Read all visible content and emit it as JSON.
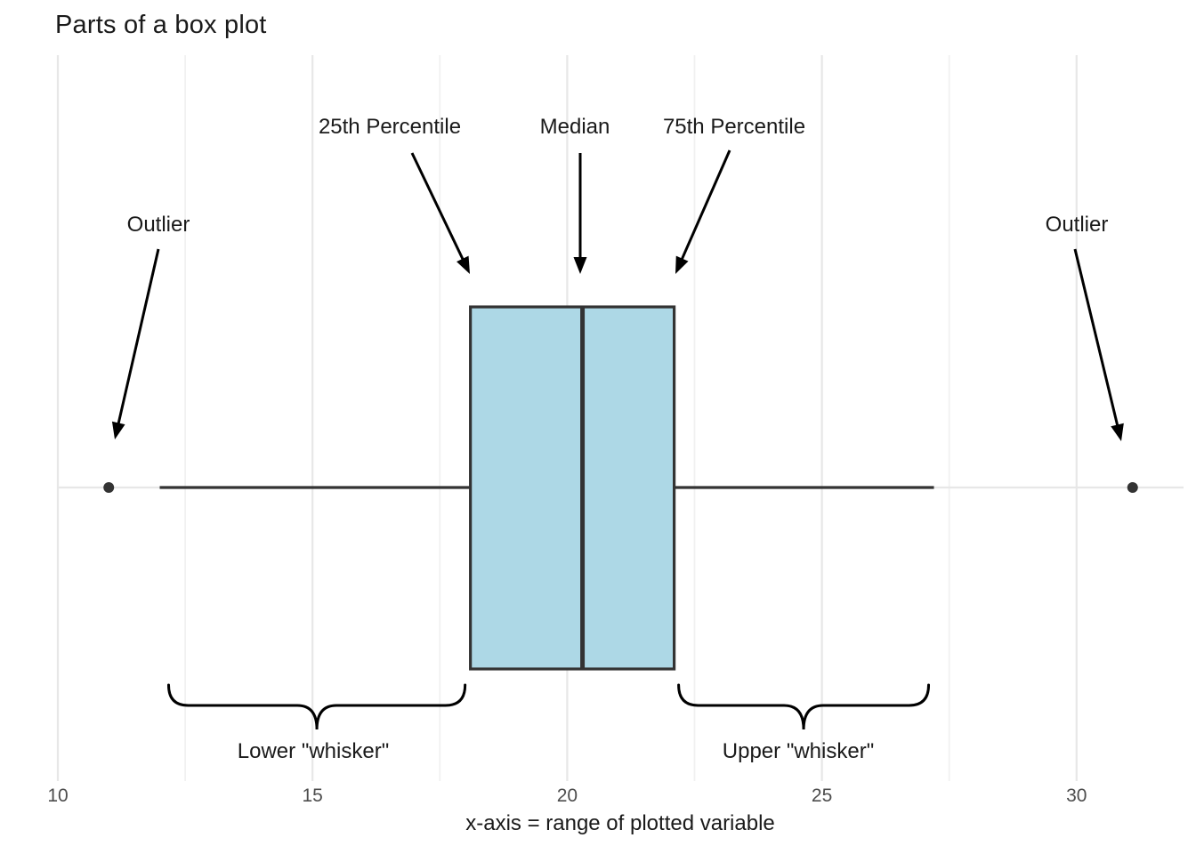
{
  "chart_data": {
    "type": "boxplot",
    "orientation": "horizontal",
    "title": "Parts of a box plot",
    "xlabel": "x-axis = range of plotted variable",
    "ylabel": "",
    "x_ticks": [
      10,
      15,
      20,
      25,
      30
    ],
    "x_minor_ticks": [
      12.5,
      17.5,
      22.5,
      27.5
    ],
    "xlim": [
      10,
      32.1
    ],
    "grid": "vertical major+minor, single horizontal line at category",
    "box": {
      "whisker_low": 12.0,
      "q1": 18.1,
      "median": 20.3,
      "q3": 22.1,
      "whisker_high": 27.2,
      "outliers": [
        11.0,
        31.1
      ]
    },
    "annotations": {
      "q1": "25th Percentile",
      "median": "Median",
      "q3": "75th Percentile",
      "outlier_left": "Outlier",
      "outlier_right": "Outlier",
      "lower_whisker": "Lower \"whisker\"",
      "upper_whisker": "Upper \"whisker\""
    },
    "colors": {
      "box_fill": "#ADD8E6",
      "line": "#333333",
      "annotation": "#000000",
      "grid_major": "#e7e7e7",
      "grid_minor": "#f1f1f1",
      "tick_label": "#4d4d4d"
    }
  }
}
